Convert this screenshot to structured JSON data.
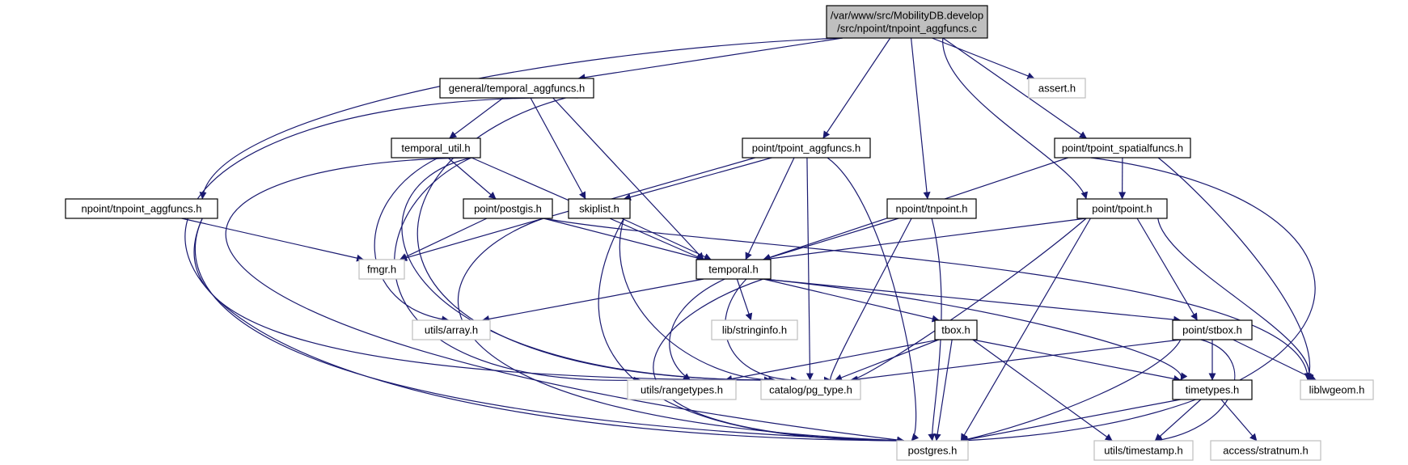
{
  "colors": {
    "edge": "#191970",
    "root_fill": "#bfbfbf",
    "node_border": "#000000",
    "external_border": "#bfbfbf",
    "text": "#000000"
  },
  "nodes": [
    {
      "id": "root",
      "lines": [
        "/var/www/src/MobilityDB.develop",
        "/src/npoint/tnpoint_aggfuncs.c"
      ],
      "kind": "root"
    },
    {
      "id": "general_temporal_aggfuncs",
      "lines": [
        "general/temporal_aggfuncs.h"
      ],
      "kind": "internal"
    },
    {
      "id": "assert",
      "lines": [
        "assert.h"
      ],
      "kind": "external"
    },
    {
      "id": "temporal_util",
      "lines": [
        "temporal_util.h"
      ],
      "kind": "internal"
    },
    {
      "id": "tpoint_aggfuncs",
      "lines": [
        "point/tpoint_aggfuncs.h"
      ],
      "kind": "internal"
    },
    {
      "id": "tpoint_spatialfuncs",
      "lines": [
        "point/tpoint_spatialfuncs.h"
      ],
      "kind": "internal"
    },
    {
      "id": "tnpoint_aggfuncs",
      "lines": [
        "npoint/tnpoint_aggfuncs.h"
      ],
      "kind": "internal"
    },
    {
      "id": "postgis",
      "lines": [
        "point/postgis.h"
      ],
      "kind": "internal"
    },
    {
      "id": "skiplist",
      "lines": [
        "skiplist.h"
      ],
      "kind": "internal"
    },
    {
      "id": "tnpoint",
      "lines": [
        "npoint/tnpoint.h"
      ],
      "kind": "internal"
    },
    {
      "id": "tpoint",
      "lines": [
        "point/tpoint.h"
      ],
      "kind": "internal"
    },
    {
      "id": "fmgr",
      "lines": [
        "fmgr.h"
      ],
      "kind": "external"
    },
    {
      "id": "temporal",
      "lines": [
        "temporal.h"
      ],
      "kind": "internal"
    },
    {
      "id": "array",
      "lines": [
        "utils/array.h"
      ],
      "kind": "external"
    },
    {
      "id": "stringinfo",
      "lines": [
        "lib/stringinfo.h"
      ],
      "kind": "external"
    },
    {
      "id": "tbox",
      "lines": [
        "tbox.h"
      ],
      "kind": "internal"
    },
    {
      "id": "stbox",
      "lines": [
        "point/stbox.h"
      ],
      "kind": "internal"
    },
    {
      "id": "rangetypes",
      "lines": [
        "utils/rangetypes.h"
      ],
      "kind": "external"
    },
    {
      "id": "pg_type",
      "lines": [
        "catalog/pg_type.h"
      ],
      "kind": "external"
    },
    {
      "id": "timetypes",
      "lines": [
        "timetypes.h"
      ],
      "kind": "internal"
    },
    {
      "id": "liblwgeom",
      "lines": [
        "liblwgeom.h"
      ],
      "kind": "external"
    },
    {
      "id": "postgres",
      "lines": [
        "postgres.h"
      ],
      "kind": "external"
    },
    {
      "id": "timestamp",
      "lines": [
        "utils/timestamp.h"
      ],
      "kind": "external"
    },
    {
      "id": "stratnum",
      "lines": [
        "access/stratnum.h"
      ],
      "kind": "external"
    }
  ],
  "edges": [
    [
      "root",
      "general_temporal_aggfuncs"
    ],
    [
      "root",
      "assert"
    ],
    [
      "root",
      "tpoint_aggfuncs"
    ],
    [
      "root",
      "tpoint_spatialfuncs"
    ],
    [
      "root",
      "tnpoint_aggfuncs"
    ],
    [
      "root",
      "tnpoint"
    ],
    [
      "root",
      "tpoint"
    ],
    [
      "general_temporal_aggfuncs",
      "temporal_util"
    ],
    [
      "general_temporal_aggfuncs",
      "skiplist"
    ],
    [
      "general_temporal_aggfuncs",
      "temporal"
    ],
    [
      "general_temporal_aggfuncs",
      "pg_type"
    ],
    [
      "general_temporal_aggfuncs",
      "postgres"
    ],
    [
      "temporal_util",
      "postgis"
    ],
    [
      "temporal_util",
      "temporal"
    ],
    [
      "temporal_util",
      "array"
    ],
    [
      "temporal_util",
      "rangetypes"
    ],
    [
      "temporal_util",
      "pg_type"
    ],
    [
      "temporal_util",
      "postgres"
    ],
    [
      "tpoint_aggfuncs",
      "skiplist"
    ],
    [
      "tpoint_aggfuncs",
      "temporal"
    ],
    [
      "tpoint_aggfuncs",
      "fmgr"
    ],
    [
      "tpoint_aggfuncs",
      "pg_type"
    ],
    [
      "tpoint_aggfuncs",
      "postgres"
    ],
    [
      "tpoint_spatialfuncs",
      "tpoint"
    ],
    [
      "tpoint_spatialfuncs",
      "temporal"
    ],
    [
      "tpoint_spatialfuncs",
      "liblwgeom"
    ],
    [
      "tpoint_spatialfuncs",
      "postgres"
    ],
    [
      "tnpoint_aggfuncs",
      "fmgr"
    ],
    [
      "tnpoint_aggfuncs",
      "pg_type"
    ],
    [
      "tnpoint_aggfuncs",
      "postgres"
    ],
    [
      "postgis",
      "fmgr"
    ],
    [
      "postgis",
      "temporal"
    ],
    [
      "postgis",
      "liblwgeom"
    ],
    [
      "postgis",
      "postgres"
    ],
    [
      "skiplist",
      "temporal"
    ],
    [
      "skiplist",
      "pg_type"
    ],
    [
      "skiplist",
      "postgres"
    ],
    [
      "tnpoint",
      "temporal"
    ],
    [
      "tnpoint",
      "pg_type"
    ],
    [
      "tnpoint",
      "postgres"
    ],
    [
      "tpoint",
      "temporal"
    ],
    [
      "tpoint",
      "stbox"
    ],
    [
      "tpoint",
      "liblwgeom"
    ],
    [
      "tpoint",
      "pg_type"
    ],
    [
      "tpoint",
      "postgres"
    ],
    [
      "temporal",
      "array"
    ],
    [
      "temporal",
      "stringinfo"
    ],
    [
      "temporal",
      "tbox"
    ],
    [
      "temporal",
      "stbox"
    ],
    [
      "temporal",
      "timetypes"
    ],
    [
      "temporal",
      "rangetypes"
    ],
    [
      "temporal",
      "pg_type"
    ],
    [
      "temporal",
      "postgres"
    ],
    [
      "tbox",
      "rangetypes"
    ],
    [
      "tbox",
      "pg_type"
    ],
    [
      "tbox",
      "timetypes"
    ],
    [
      "tbox",
      "timestamp"
    ],
    [
      "tbox",
      "postgres"
    ],
    [
      "stbox",
      "timetypes"
    ],
    [
      "stbox",
      "pg_type"
    ],
    [
      "stbox",
      "liblwgeom"
    ],
    [
      "stbox",
      "timestamp"
    ],
    [
      "stbox",
      "postgres"
    ],
    [
      "timetypes",
      "timestamp"
    ],
    [
      "timetypes",
      "stratnum"
    ],
    [
      "timetypes",
      "postgres"
    ]
  ]
}
